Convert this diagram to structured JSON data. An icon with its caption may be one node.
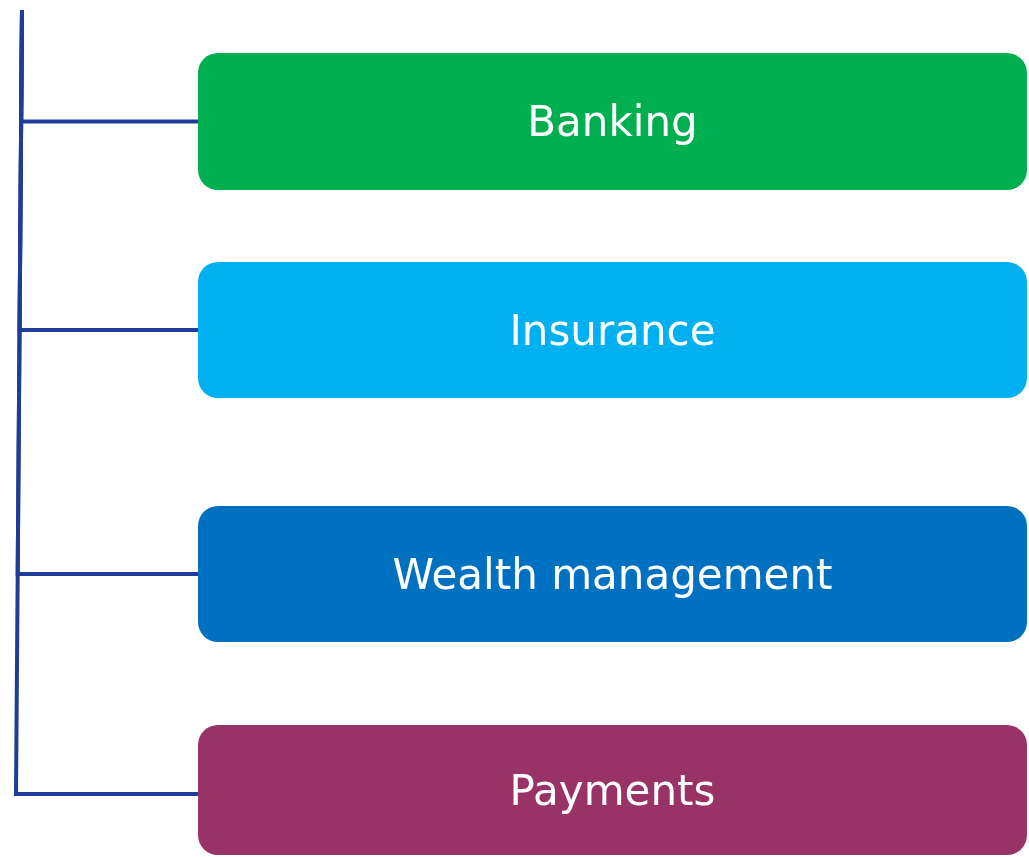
{
  "diagram": {
    "nodes": [
      {
        "text": [
          "Banking"
        ]
      },
      {
        "text": [
          "Insurance"
        ]
      },
      {
        "text": [
          "Wealth management"
        ]
      },
      {
        "text": [
          "Payments"
        ]
      }
    ],
    "edges": [
      {
        "from": null,
        "to": 0,
        "arrow": "none"
      },
      {
        "from": null,
        "to": 1,
        "arrow": "none"
      },
      {
        "from": null,
        "to": 2,
        "arrow": "none"
      },
      {
        "from": null,
        "to": 3,
        "arrow": "none"
      }
    ]
  }
}
